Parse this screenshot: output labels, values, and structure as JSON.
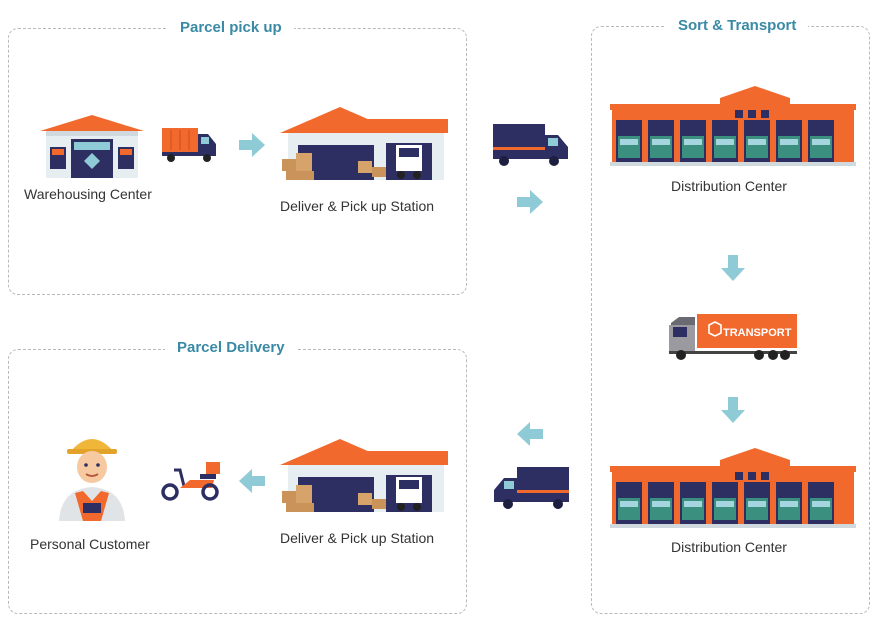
{
  "sections": {
    "pickup": {
      "title": "Parcel pick up"
    },
    "transport": {
      "title": "Sort & Transport"
    },
    "delivery": {
      "title": "Parcel Delivery"
    }
  },
  "nodes": {
    "warehousing": "Warehousing Center",
    "pickup_station_top": "Deliver & Pick up Station",
    "distribution_top": "Distribution Center",
    "transport_truck_text": "TRANSPORT",
    "distribution_bottom": "Distribution Center",
    "pickup_station_bottom": "Deliver & Pick up Station",
    "customer": "Personal Customer"
  },
  "colors": {
    "orange": "#f2692d",
    "navy": "#2d2f63",
    "teal": "#3a8aa5",
    "arrow": "#8fcbd6"
  }
}
